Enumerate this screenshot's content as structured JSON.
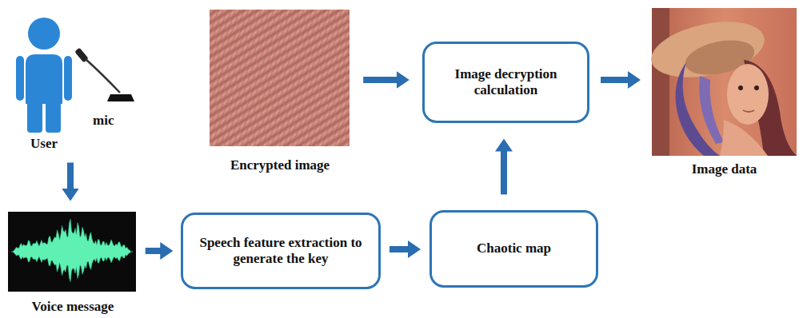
{
  "diagram": {
    "nodes": [
      {
        "text": [
          "User"
        ]
      },
      {
        "text": [
          "Encrypted image"
        ]
      },
      {
        "text": [
          "Image decryption calculation"
        ]
      },
      {
        "text": [
          "Image data"
        ]
      },
      {
        "text": [
          "Voice message"
        ]
      },
      {
        "text": [
          "Speech feature extraction to generate the key"
        ]
      },
      {
        "text": [
          "Chaotic map"
        ]
      }
    ],
    "edges": [
      {
        "from": 0,
        "to": 4,
        "arrow": "to"
      },
      {
        "from": 1,
        "to": 2,
        "arrow": "to"
      },
      {
        "from": 2,
        "to": 3,
        "arrow": "to"
      },
      {
        "from": 4,
        "to": 5,
        "arrow": "to"
      },
      {
        "from": 5,
        "to": 6,
        "arrow": "to"
      },
      {
        "from": 6,
        "to": 2,
        "arrow": "to"
      }
    ],
    "labels": [
      "mic"
    ]
  }
}
